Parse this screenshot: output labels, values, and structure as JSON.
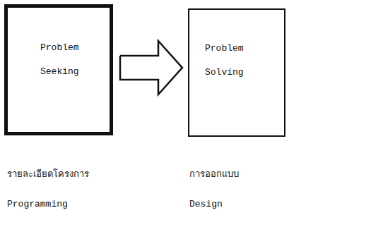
{
  "diagram": {
    "nodes": [
      {
        "text": [
          "Problem Seeking"
        ]
      },
      {
        "text": [
          "Problem Solving"
        ]
      }
    ],
    "edges": [
      {
        "from": 0,
        "to": 1,
        "arrow": "to"
      }
    ],
    "labels": [
      "รายละเอียดโครงการ",
      "Programming",
      "การออกแบบ",
      "Design"
    ]
  }
}
